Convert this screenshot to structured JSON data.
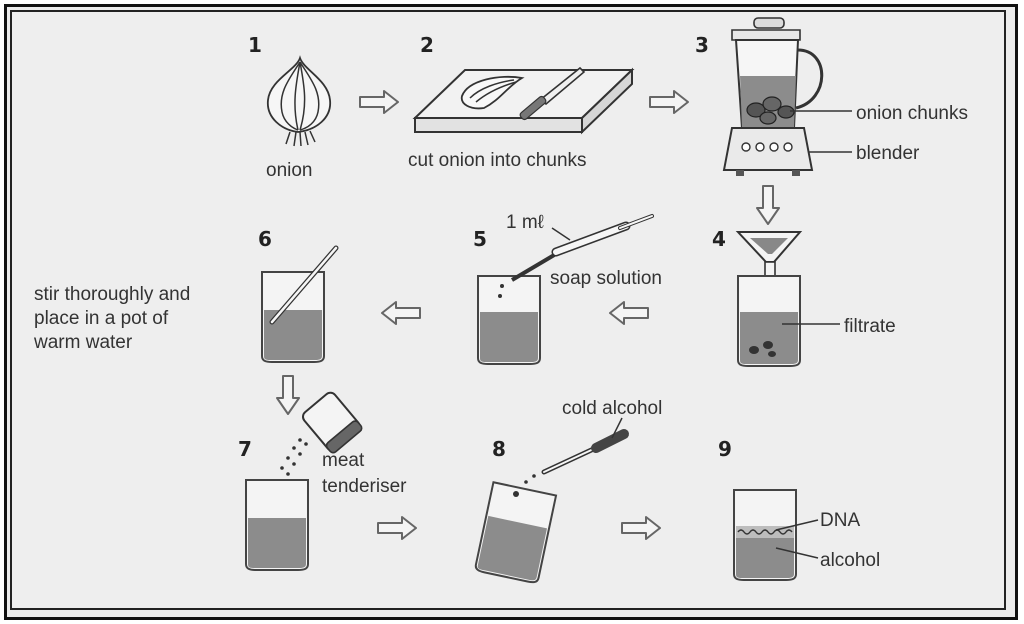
{
  "steps": [
    {
      "number": "1",
      "label": "onion"
    },
    {
      "number": "2",
      "label": "cut onion into chunks"
    },
    {
      "number": "3",
      "labels": [
        "onion chunks",
        "blender"
      ]
    },
    {
      "number": "4",
      "labels": [
        "filtrate"
      ]
    },
    {
      "number": "5",
      "labels": [
        "1 mℓ",
        "soap solution"
      ]
    },
    {
      "number": "6",
      "label_lines": [
        "stir thoroughly and",
        "place in a pot of",
        "warm water"
      ]
    },
    {
      "number": "7",
      "label_lines": [
        "meat",
        "tenderiser"
      ]
    },
    {
      "number": "8",
      "labels": [
        "cold alcohol"
      ]
    },
    {
      "number": "9",
      "labels": [
        "DNA",
        "alcohol"
      ]
    }
  ]
}
